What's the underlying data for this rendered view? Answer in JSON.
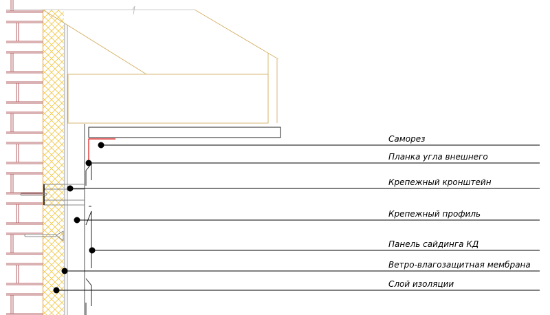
{
  "labels": [
    {
      "id": "screw",
      "text": "Саморез"
    },
    {
      "id": "outer-corner-strip",
      "text": "Планка угла внешнего"
    },
    {
      "id": "mounting-bracket",
      "text": "Крепежный кронштейн"
    },
    {
      "id": "mounting-profile",
      "text": "Крепежный профиль"
    },
    {
      "id": "siding-panel",
      "text": "Панель сайдинга КД"
    },
    {
      "id": "wind-membrane",
      "text": "Ветро-влагозащитная мембрана"
    },
    {
      "id": "insulation-layer",
      "text": "Слой изоляции"
    }
  ],
  "colors": {
    "brick": "#a0343a",
    "insulation": "#f2c84b",
    "wood": "#d4b066",
    "accent": "#e01010"
  }
}
